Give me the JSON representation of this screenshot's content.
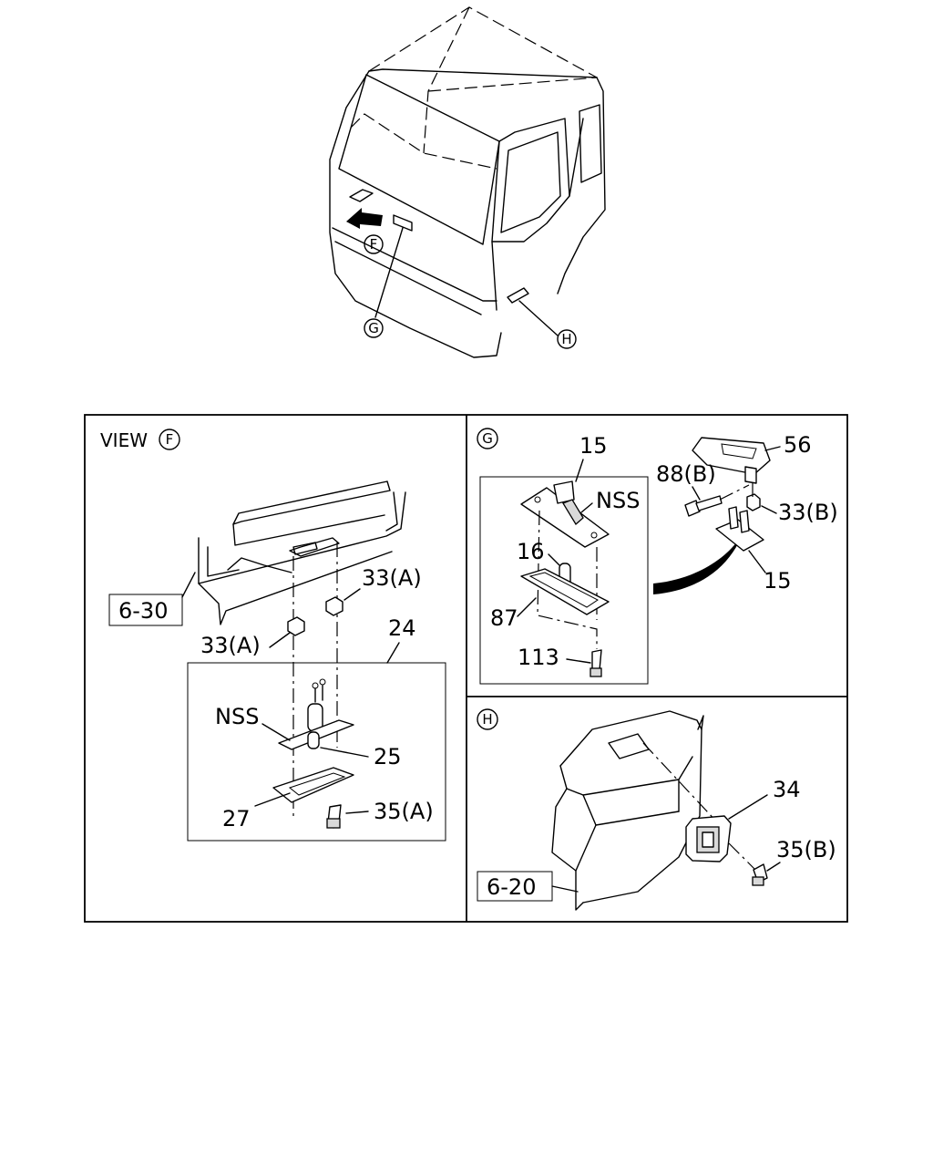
{
  "overview": {
    "callout_f": "F",
    "callout_g": "G",
    "callout_h": "H"
  },
  "panel_f": {
    "title": "VIEW",
    "title_circle": "F",
    "ref_box": "6-30",
    "labels": {
      "l33a_right": "33(A)",
      "l33a_left": "33(A)",
      "l24": "24",
      "nss": "NSS",
      "l25": "25",
      "l27": "27",
      "l35a": "35(A)"
    }
  },
  "panel_g": {
    "title_circle": "G",
    "labels": {
      "l15_top": "15",
      "nss": "NSS",
      "l16": "16",
      "l87": "87",
      "l113": "113",
      "l56": "56",
      "l88b": "88(B)",
      "l33b": "33(B)",
      "l15_right": "15"
    }
  },
  "panel_h": {
    "title_circle": "H",
    "ref_box": "6-20",
    "labels": {
      "l34": "34",
      "l35b": "35(B)"
    }
  }
}
